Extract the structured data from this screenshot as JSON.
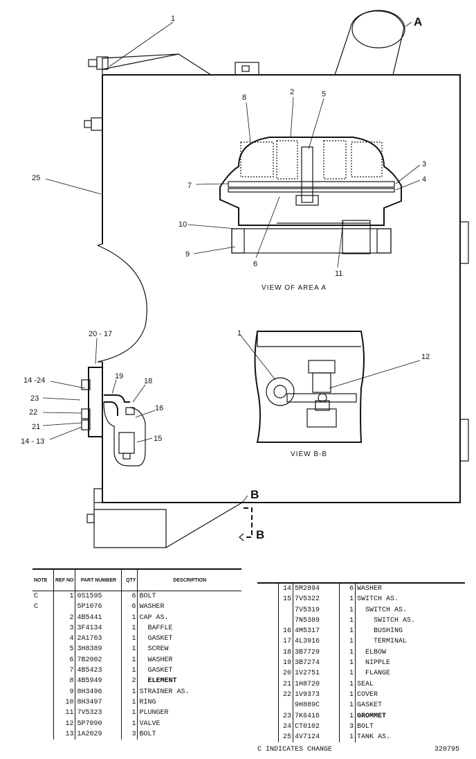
{
  "drawing": {
    "view_letters": {
      "a": "A",
      "b": "B",
      "b2": "B"
    },
    "callouts": {
      "c1_top": "1",
      "c25": "25",
      "c20_17": "20 - 17",
      "c14_24": "14 -24",
      "c23": "23",
      "c22": "22",
      "c21": "21",
      "c14_13": "14 - 13",
      "c19": "19",
      "c18": "18",
      "c16": "16",
      "c15": "15",
      "c8": "8",
      "c2": "2",
      "c5": "5",
      "c3": "3",
      "c4": "4",
      "c7": "7",
      "c10": "10",
      "c9": "9",
      "c6": "6",
      "c11": "11",
      "c1_view": "1",
      "c12": "12"
    },
    "captions": {
      "view_a": "VIEW  OF  AREA  A",
      "view_b": "VIEW  B-B"
    }
  },
  "left_table": {
    "headers": {
      "note": "NOTE",
      "ref_no": "REF NO",
      "part_number": "PART NUMBER",
      "qty": "QTY",
      "description": "DESCRIPTION"
    },
    "rows": [
      {
        "note": "C",
        "ref": "1",
        "pn": "0S1595",
        "qty": "6",
        "desc": "BOLT"
      },
      {
        "note": "C",
        "ref": "",
        "pn": "5P1076",
        "qty": "6",
        "desc": "WASHER"
      },
      {
        "note": "",
        "ref": "2",
        "pn": "4B5441",
        "qty": "1",
        "desc": "CAP AS."
      },
      {
        "note": "",
        "ref": "3",
        "pn": "3F4134",
        "qty": "1",
        "desc": "  BAFFLE"
      },
      {
        "note": "",
        "ref": "4",
        "pn": "2A1763",
        "qty": "1",
        "desc": "  GASKET"
      },
      {
        "note": "",
        "ref": "5",
        "pn": "3H8389",
        "qty": "1",
        "desc": "  SCREW"
      },
      {
        "note": "",
        "ref": "6",
        "pn": "7B2002",
        "qty": "1",
        "desc": "  WASHER"
      },
      {
        "note": "",
        "ref": "7",
        "pn": "4B5423",
        "qty": "1",
        "desc": "  GASKET"
      },
      {
        "note": "",
        "ref": "8",
        "pn": "4B5949",
        "qty": "2",
        "desc": "  ELEMENT",
        "bold": true
      },
      {
        "note": "",
        "ref": "9",
        "pn": "8H3496",
        "qty": "1",
        "desc": "STRAINER AS."
      },
      {
        "note": "",
        "ref": "10",
        "pn": "8H3497",
        "qty": "1",
        "desc": "RING"
      },
      {
        "note": "",
        "ref": "11",
        "pn": "7V5323",
        "qty": "1",
        "desc": "PLUNGER"
      },
      {
        "note": "",
        "ref": "12",
        "pn": "5P7090",
        "qty": "1",
        "desc": "VALVE"
      },
      {
        "note": "",
        "ref": "13",
        "pn": "1A2029",
        "qty": "3",
        "desc": "BOLT"
      }
    ]
  },
  "right_table": {
    "rows": [
      {
        "ref": "14",
        "pn": "5M2894",
        "qty": "6",
        "desc": "WASHER"
      },
      {
        "ref": "15",
        "pn": "7V5322",
        "qty": "1",
        "desc": "SWITCH AS."
      },
      {
        "ref": "",
        "pn": "7V5319",
        "qty": "1",
        "desc": "  SWITCH AS."
      },
      {
        "ref": "",
        "pn": "7N5389",
        "qty": "1",
        "desc": "    SWITCH AS."
      },
      {
        "ref": "16",
        "pn": "4M5317",
        "qty": "1",
        "desc": "    BUSHING"
      },
      {
        "ref": "17",
        "pn": "4L3916",
        "qty": "1",
        "desc": "    TERMINAL"
      },
      {
        "ref": "18",
        "pn": "3B7729",
        "qty": "1",
        "desc": "  ELBOW"
      },
      {
        "ref": "19",
        "pn": "3B7274",
        "qty": "1",
        "desc": "  NIPPLE"
      },
      {
        "ref": "20",
        "pn": "1V2751",
        "qty": "1",
        "desc": "  FLANGE"
      },
      {
        "ref": "21",
        "pn": "1H8720",
        "qty": "1",
        "desc": "SEAL"
      },
      {
        "ref": "22",
        "pn": "1V9373",
        "qty": "1",
        "desc": "COVER"
      },
      {
        "ref": "",
        "pn": "9H889C",
        "qty": "1",
        "desc": "GASKET"
      },
      {
        "ref": "23",
        "pn": "7K6416",
        "qty": "1",
        "desc": "GROMMET",
        "bold": true
      },
      {
        "ref": "24",
        "pn": "CT0102",
        "qty": "3",
        "desc": "BOLT"
      },
      {
        "ref": "25",
        "pn": "4V7124",
        "qty": "1",
        "desc": "TANK AS."
      }
    ]
  },
  "footer": {
    "note": "C   INDICATES CHANGE",
    "drawing_number": "320795"
  }
}
